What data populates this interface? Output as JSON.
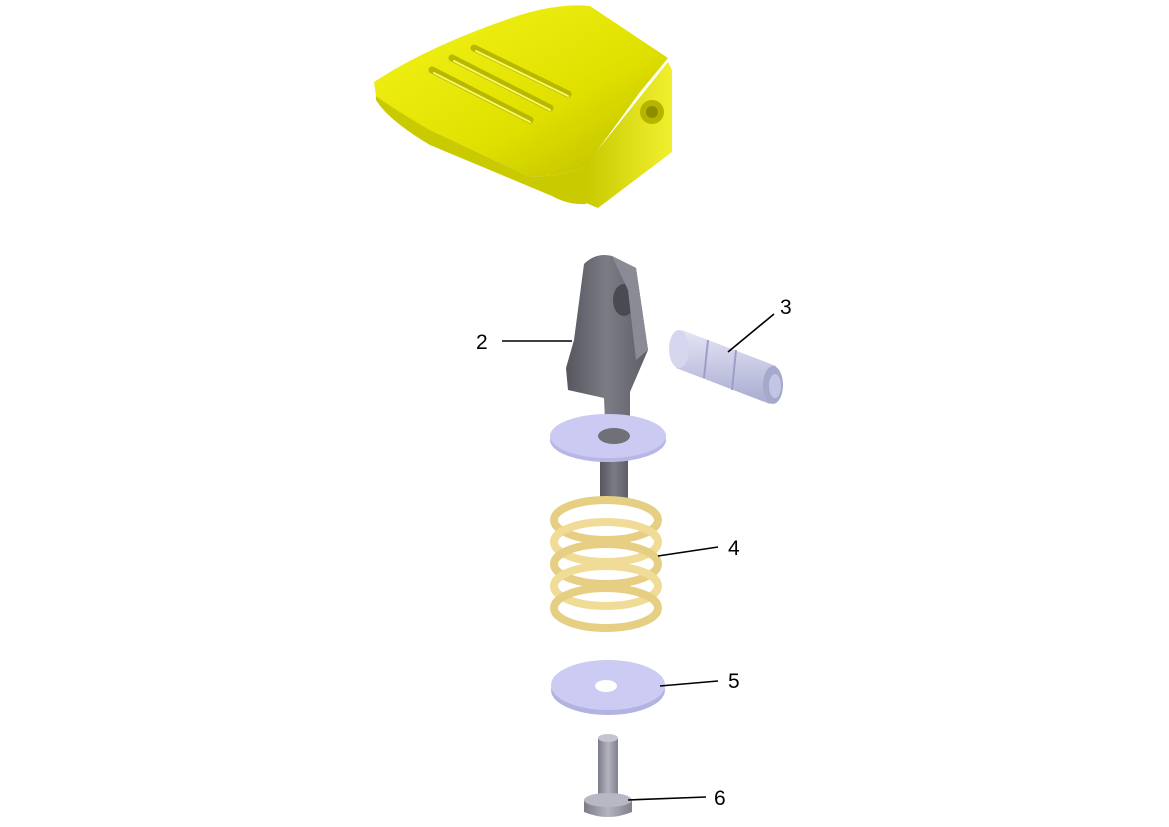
{
  "diagram": {
    "kind": "exploded-parts-view",
    "callouts": [
      {
        "id": "2",
        "label": "2"
      },
      {
        "id": "3",
        "label": "3"
      },
      {
        "id": "4",
        "label": "4"
      },
      {
        "id": "5",
        "label": "5"
      },
      {
        "id": "6",
        "label": "6"
      }
    ],
    "colors": {
      "housing": "#e5e600",
      "lever": "#6f7078",
      "pin": "#c9cbe6",
      "washer": "#c7c7f0",
      "spring": "#f0dc96",
      "bolt": "#9a9aa6"
    }
  }
}
